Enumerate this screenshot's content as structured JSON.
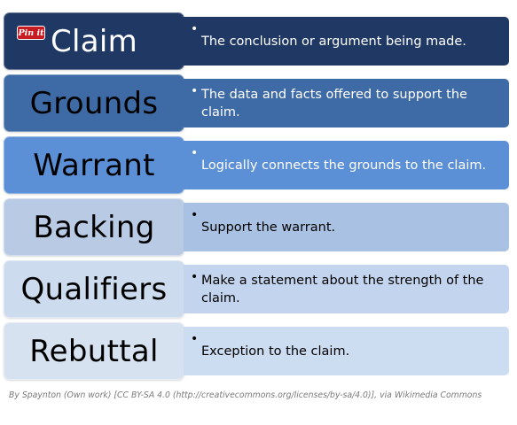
{
  "rows": [
    {
      "term": "Claim",
      "description": "The conclusion or argument being made.",
      "term_bg": "#1f3864",
      "term_color": "#ffffff",
      "desc_bg": "#1f3864",
      "desc_color": "#ffffff"
    },
    {
      "term": "Grounds",
      "description": "The data and facts offered to support the claim.",
      "term_bg": "#3e6aa5",
      "term_color": "#000000",
      "desc_bg": "#3e6aa5",
      "desc_color": "#ffffff"
    },
    {
      "term": "Warrant",
      "description": "Logically connects the grounds to the claim.",
      "term_bg": "#5b8fd6",
      "term_color": "#000000",
      "desc_bg": "#5b8fd6",
      "desc_color": "#ffffff"
    },
    {
      "term": "Backing",
      "description": "Support the warrant.",
      "term_bg": "#b9cbe4",
      "term_color": "#000000",
      "desc_bg": "#a9c2e3",
      "desc_color": "#000000"
    },
    {
      "term": "Qualifiers",
      "description": "Make a statement about the strength of the claim.",
      "term_bg": "#cddbee",
      "term_color": "#000000",
      "desc_bg": "#c3d5ee",
      "desc_color": "#000000"
    },
    {
      "term": "Rebuttal",
      "description": "Exception to the claim.",
      "term_bg": "#d7e2f0",
      "term_color": "#000000",
      "desc_bg": "#ccdcf1",
      "desc_color": "#000000"
    }
  ],
  "bullet": "•",
  "pinit_label": "Pin it",
  "caption": "By Spaynton (Own work) [CC BY-SA 4.0 (http://creativecommons.org/licenses/by-sa/4.0)], via Wikimedia Commons"
}
